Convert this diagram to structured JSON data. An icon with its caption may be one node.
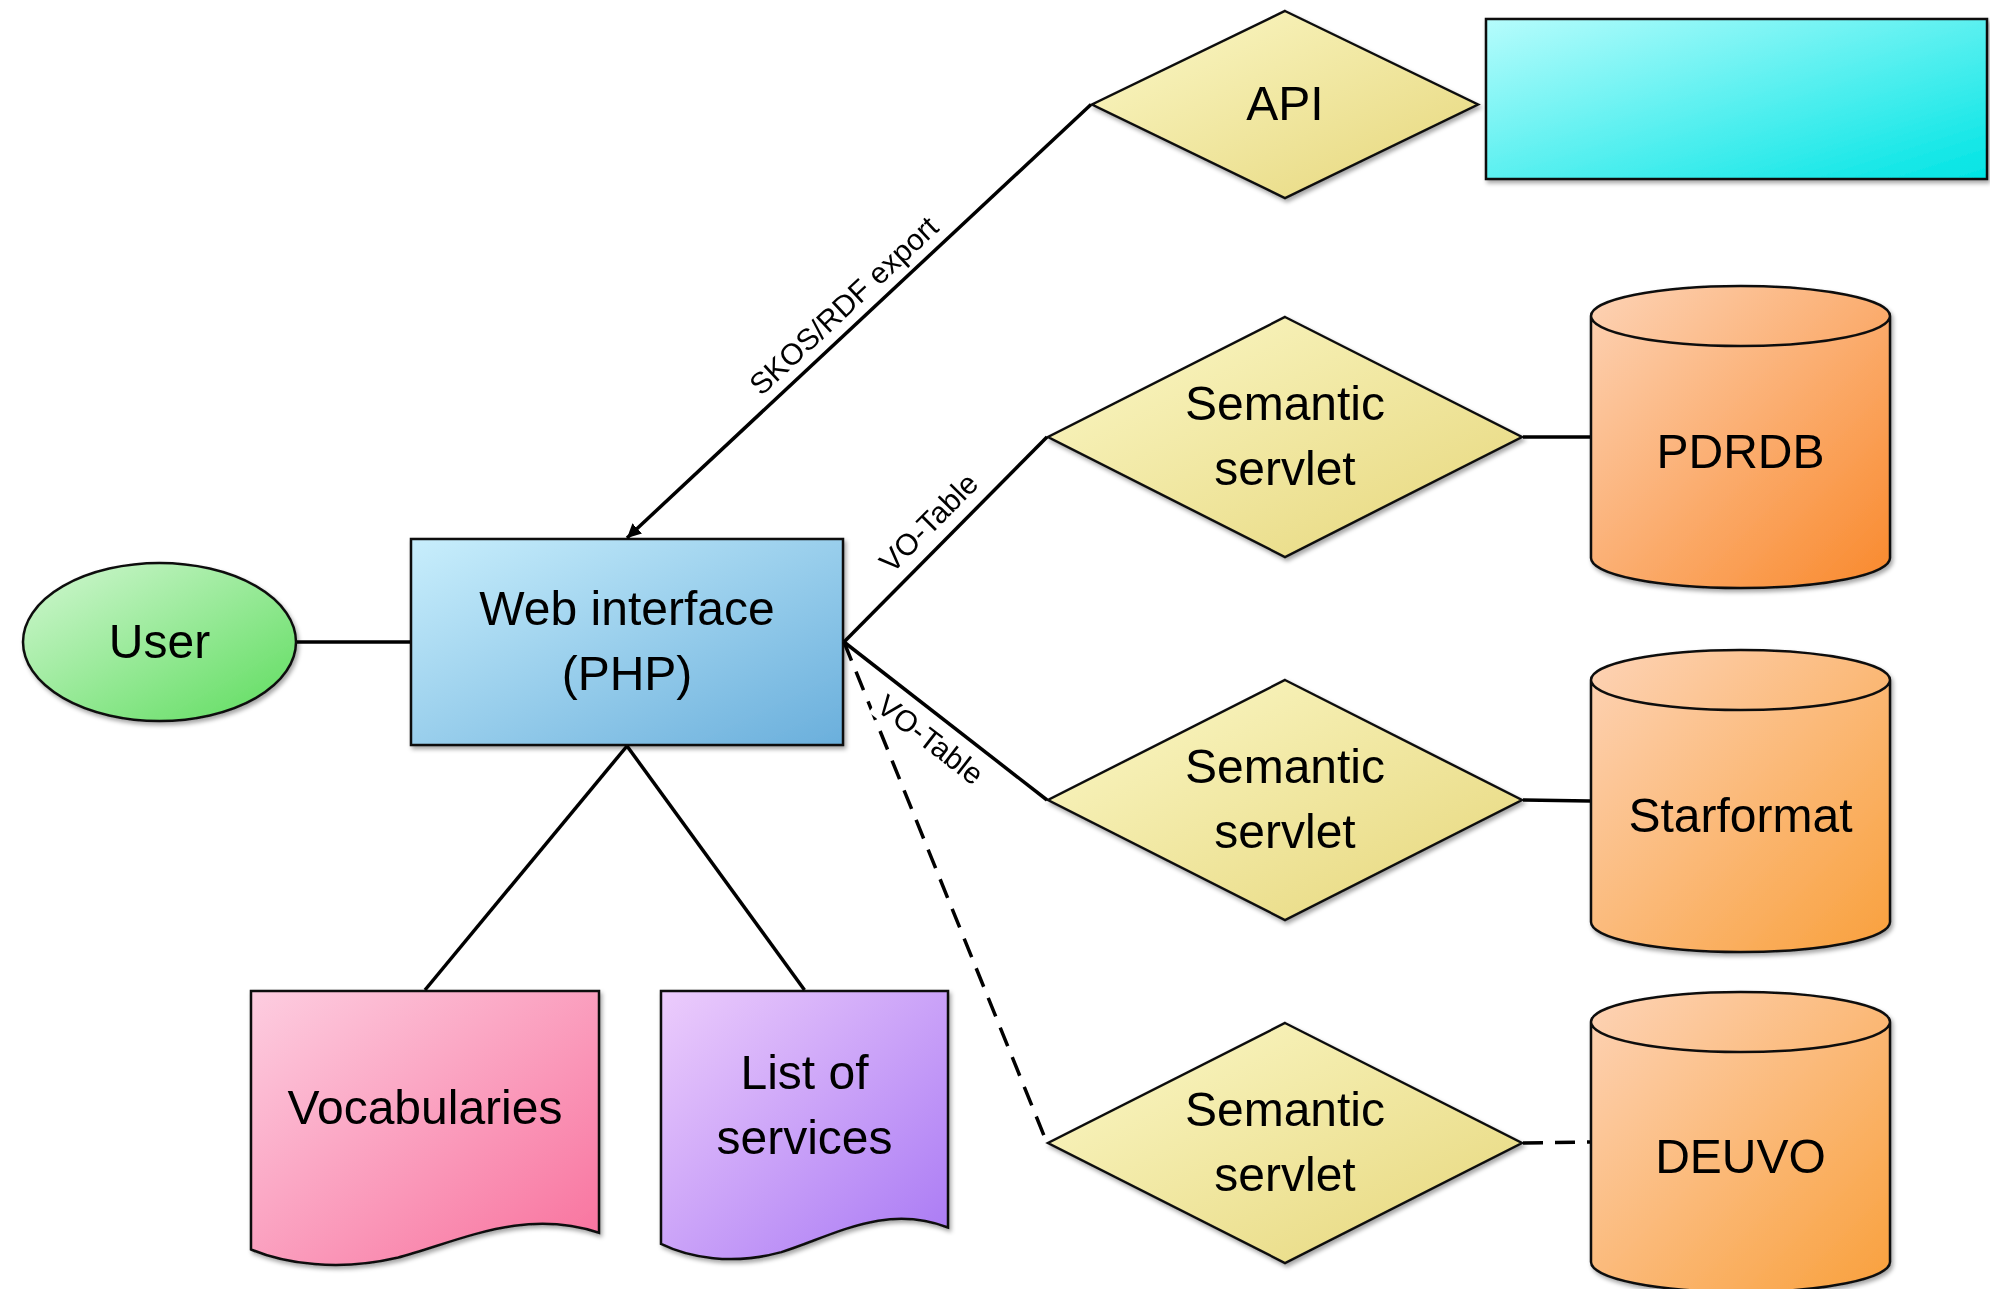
{
  "diagram": {
    "nodes": [
      {
        "text": [
          "API"
        ]
      },
      {
        "text": [],
        "shape": "box"
      },
      {
        "text": [
          "Semantic servlet"
        ]
      },
      {
        "text": [
          "PDRDB"
        ]
      },
      {
        "text": [
          "User"
        ]
      },
      {
        "text": [
          "Web interface (PHP)"
        ]
      },
      {
        "text": [
          "Semantic servlet"
        ]
      },
      {
        "text": [
          "Starformat"
        ]
      },
      {
        "text": [
          "Semantic servlet"
        ]
      },
      {
        "text": [
          "DEUVO"
        ]
      },
      {
        "text": [
          "Vocabularies"
        ]
      },
      {
        "text": [
          "List of services"
        ]
      }
    ],
    "edges": [
      {
        "from": 0,
        "to": 5,
        "arrow": "to",
        "label": "SKOS/RDF export"
      },
      {
        "from": 5,
        "to": 2,
        "arrow": "none",
        "label": "VO-Table"
      },
      {
        "from": 2,
        "to": 3,
        "arrow": "none"
      },
      {
        "from": 4,
        "to": 5,
        "arrow": "none"
      },
      {
        "from": 5,
        "to": 6,
        "arrow": "none",
        "label": "VO-Table"
      },
      {
        "from": 6,
        "to": 7,
        "arrow": "none"
      },
      {
        "from": 5,
        "to": 8,
        "arrow": "none",
        "style": "dashed"
      },
      {
        "from": 8,
        "to": 9,
        "arrow": "none",
        "style": "dashed"
      },
      {
        "from": 5,
        "to": 10,
        "arrow": "none"
      },
      {
        "from": 5,
        "to": 11,
        "arrow": "none"
      }
    ]
  }
}
